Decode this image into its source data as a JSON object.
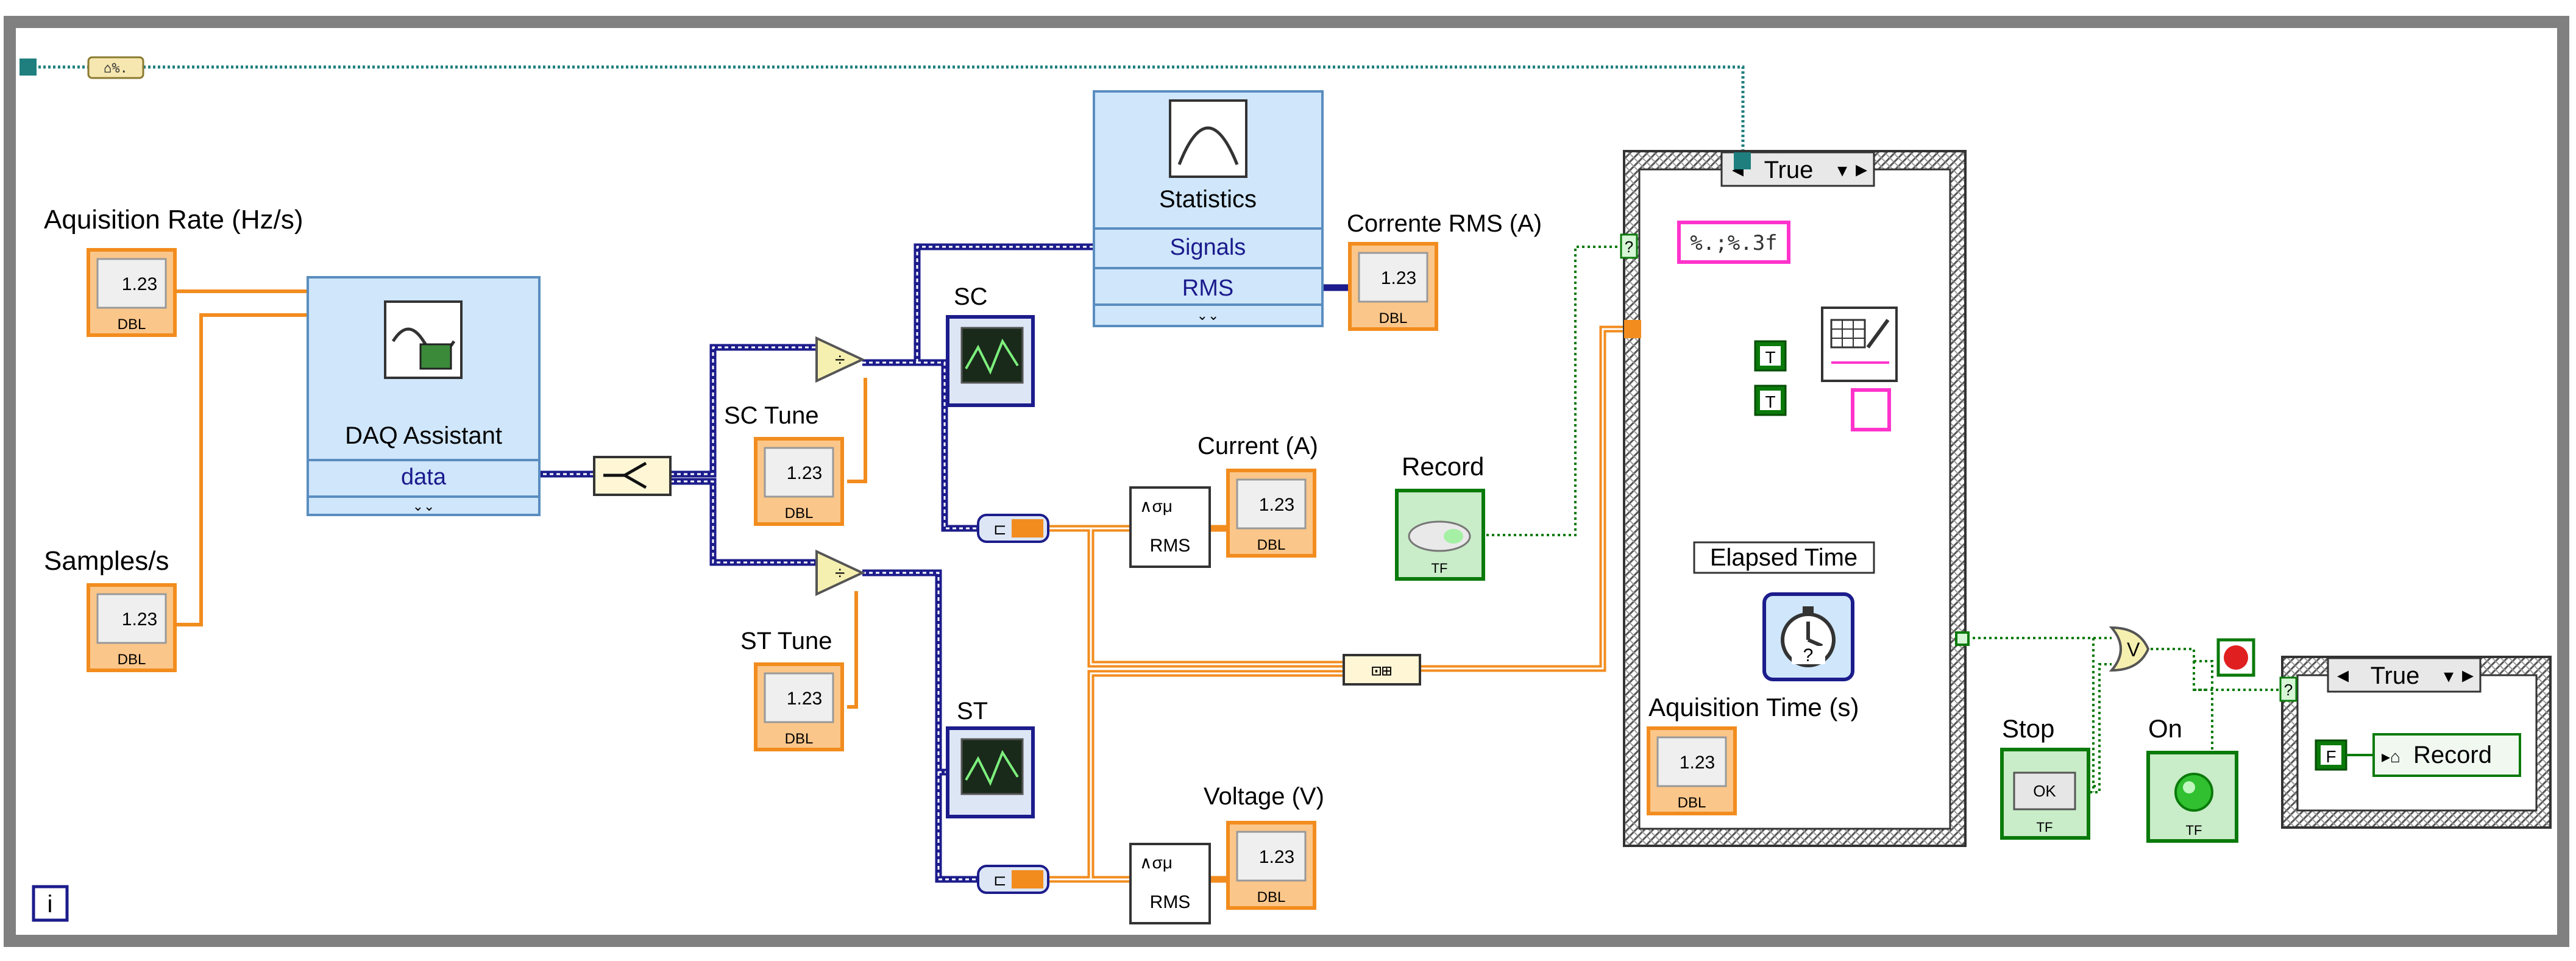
{
  "diagram": {
    "controls": {
      "acq_rate": "Aquisition Rate (Hz/s)",
      "samples": "Samples/s",
      "sc_tune": "SC Tune",
      "st_tune": "ST Tune",
      "acq_time": "Aquisition Time (s)",
      "record": "Record",
      "stop": "Stop",
      "stop_btn": "OK"
    },
    "indicators": {
      "corrente_rms": "Corrente RMS (A)",
      "current": "Current (A)",
      "voltage": "Voltage (V)",
      "on": "On",
      "sc": "SC",
      "st": "ST"
    },
    "terminal": {
      "value": "1.23",
      "type": "DBL",
      "bool_type": "TF"
    },
    "daq": {
      "title": "DAQ Assistant",
      "output": "data"
    },
    "statistics": {
      "title": "Statistics",
      "input": "Signals",
      "output": "RMS"
    },
    "rms_block": {
      "label": "RMS"
    },
    "case_record": {
      "selector": "True",
      "format": "%.;%.3f",
      "bool_t": "T"
    },
    "elapsed_time": {
      "label": "Elapsed Time"
    },
    "case_small": {
      "selector": "True",
      "bool_f": "F",
      "property": "Record"
    },
    "info": "i"
  },
  "colors": {
    "orange_wire": "#f28c1e",
    "blue_wire": "#1c1c8c",
    "green_wire": "#0a7a0a",
    "teal_wire": "#1f7f7f",
    "pink_wire": "#ff33cc",
    "node_fill": "#cfe6fb",
    "frame": "#7f7f7f"
  }
}
